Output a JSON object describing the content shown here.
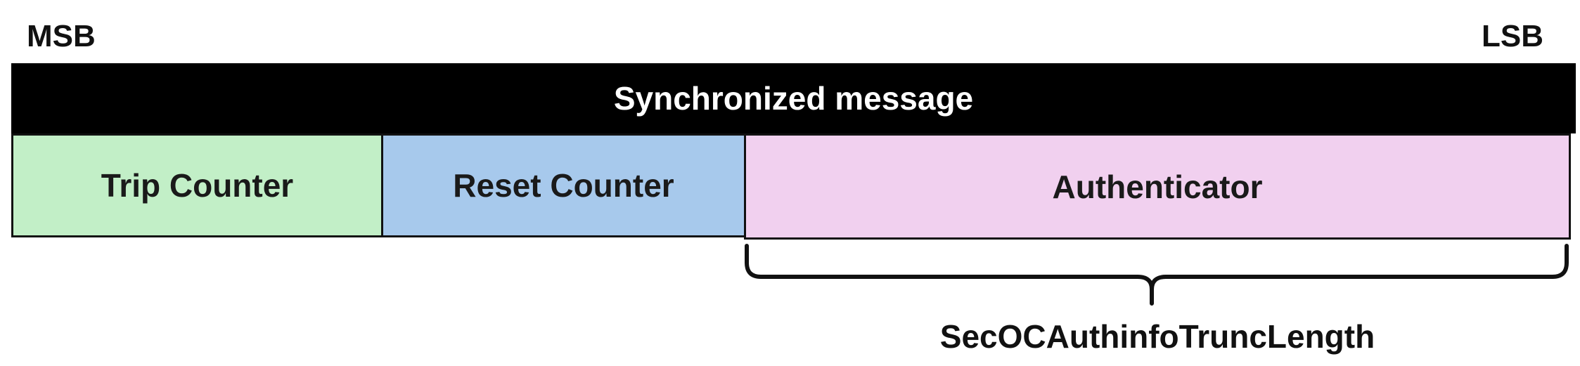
{
  "labels": {
    "msb": "MSB",
    "lsb": "LSB"
  },
  "header": {
    "title": "Synchronized message",
    "color": "#000000"
  },
  "fields": [
    {
      "label": "Trip Counter",
      "color": "#c2efc7"
    },
    {
      "label": "Reset Counter",
      "color": "#a7c9ec"
    },
    {
      "label": "Authenticator",
      "color": "#f1d0ef"
    }
  ],
  "brace": {
    "label": "SecOCAuthinfoTruncLength"
  }
}
